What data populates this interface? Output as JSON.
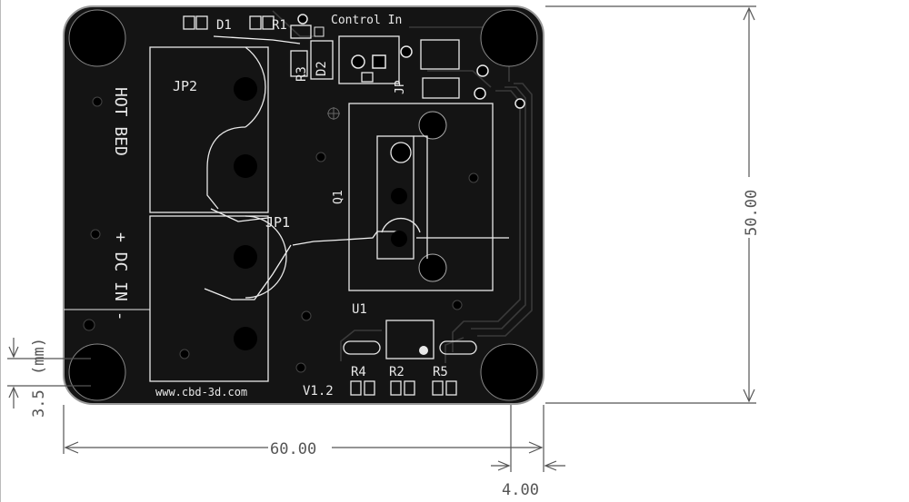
{
  "board": {
    "url_text": "www.cbd-3d.com",
    "version": "V1.2",
    "hot_bed_label": "HOT BED",
    "dc_in_label": "+ DC IN -",
    "control_in_label": "Control In",
    "designators": {
      "d1": "D1",
      "r1": "R1",
      "r3": "R3",
      "d2": "D2",
      "jp2": "JP2",
      "jp1": "JP1",
      "q1": "Q1",
      "u1": "U1",
      "r4": "R4",
      "r2": "R2",
      "r5": "R5",
      "jp_small": "JP"
    }
  },
  "dimensions": {
    "width": "60.00",
    "height": "50.00",
    "hole_offset": "4.00",
    "hole_margin": "3.5",
    "units": "(mm)"
  },
  "colors": {
    "board": "#141414",
    "silkscreen": "#e8e8e8",
    "dimension": "#555555"
  }
}
